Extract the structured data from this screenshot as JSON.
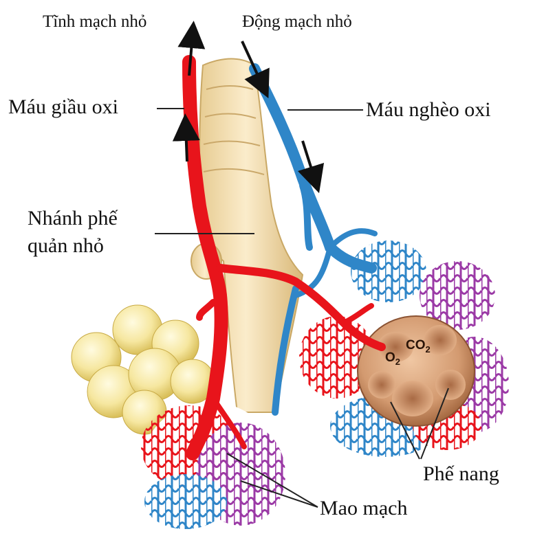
{
  "labels": {
    "venule": "Tĩnh mạch nhỏ",
    "arteriole": "Động mạch nhỏ",
    "oxygen_rich_blood": "Máu giầu oxi",
    "oxygen_poor_blood": "Máu nghèo oxi",
    "bronchiole_line1": "Nhánh phế",
    "bronchiole_line2": "quản nhỏ",
    "alveoli": "Phế nang",
    "capillaries": "Mao mạch"
  },
  "gases": {
    "oxygen": "O",
    "oxygen_sub": "2",
    "carbon_dioxide": "CO",
    "carbon_dioxide_sub": "2"
  },
  "colors": {
    "oxygen_rich": "#e8141b",
    "oxygen_poor": "#2f86c8",
    "capillary_mix": "#9b3aa6",
    "bronchiole": "#f3dfb0",
    "alveolus": "#d9a67c",
    "alveolus_cluster_yellow": "#f6e7a0"
  }
}
